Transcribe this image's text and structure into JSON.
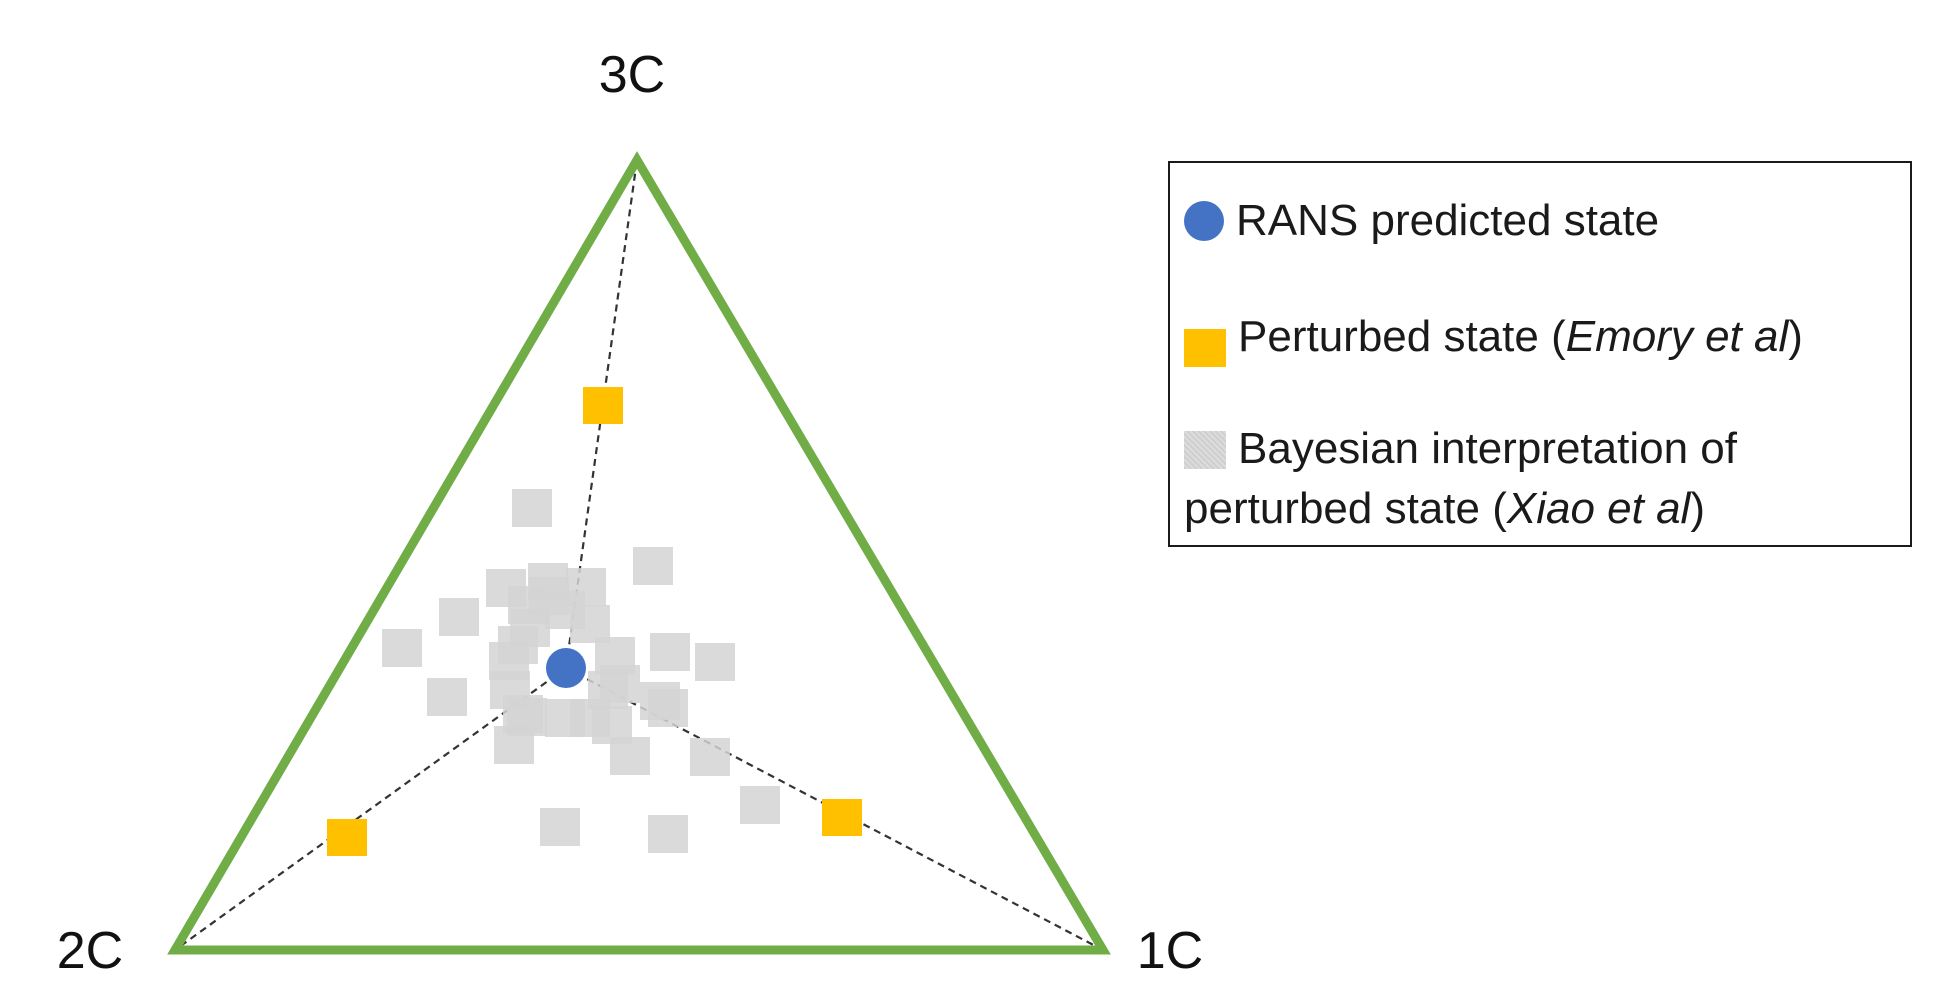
{
  "vertices": {
    "top": "3C",
    "left": "2C",
    "right": "1C"
  },
  "colors": {
    "triangle": "#70ad47",
    "rans": "#4472c4",
    "perturbed": "#ffc000",
    "bayesian": "#d6d6d6",
    "guide": "#333333"
  },
  "legend": {
    "rans_label": "RANS predicted state",
    "perturbed_prefix": "Perturbed state (",
    "perturbed_cite": "Emory et al",
    "perturbed_suffix": ")",
    "bayesian_line1": "Bayesian interpretation of",
    "bayesian_line2_prefix": "perturbed state (",
    "bayesian_cite": "Xiao et al",
    "bayesian_suffix": ")"
  }
}
